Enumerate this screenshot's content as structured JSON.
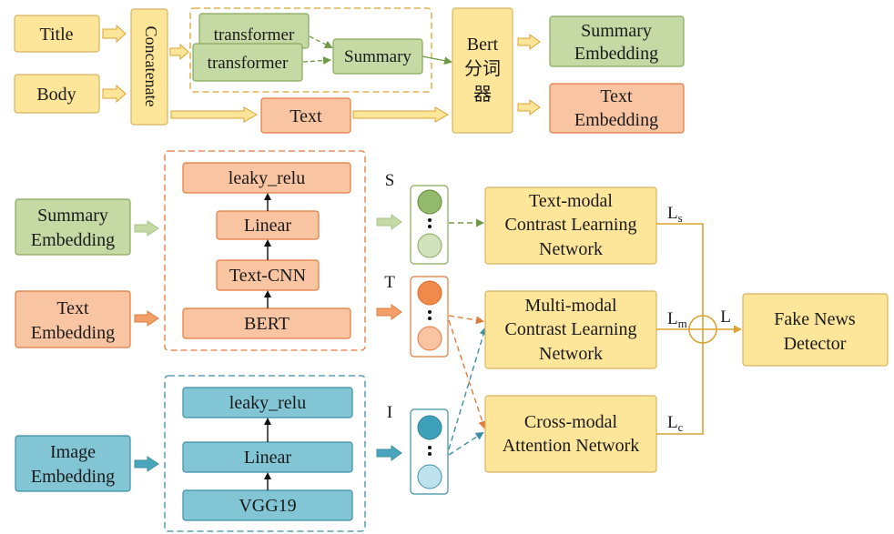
{
  "colors": {
    "yellow_fill": "#FDE59A",
    "yellow_stroke": "#D9B560",
    "green_fill": "#C5D9A5",
    "green_stroke": "#86A85B",
    "orange_fill": "#F8C4A1",
    "orange_stroke": "#E07B3C",
    "blue_fill": "#82C5D4",
    "blue_stroke": "#3E8FA4",
    "line": "#D9A330"
  },
  "preprocess": {
    "title": "Title",
    "body": "Body",
    "concatenate": "Concatenate",
    "transformer_a": "transformer",
    "transformer_b": "transformer",
    "summary": "Summary",
    "text": "Text",
    "bert_line1": "Bert",
    "bert_line2": "分词",
    "bert_line3": "器",
    "summary_embedding_line1": "Summary",
    "summary_embedding_line2": "Embedding",
    "text_embedding_line1": "Text",
    "text_embedding_line2": "Embedding"
  },
  "encoder": {
    "summary_embedding_line1": "Summary",
    "summary_embedding_line2": "Embedding",
    "text_embedding_line1": "Text",
    "text_embedding_line2": "Embedding",
    "image_embedding_line1": "Image",
    "image_embedding_line2": "Embedding",
    "text_stack": [
      "leaky_relu",
      "Linear",
      "Text-CNN",
      "BERT"
    ],
    "image_stack": [
      "leaky_relu",
      "Linear",
      "VGG19"
    ],
    "label_s": "S",
    "label_t": "T",
    "label_i": "I"
  },
  "networks": {
    "text_modal": [
      "Text-modal",
      "Contrast Learning",
      "Network"
    ],
    "multi_modal": [
      "Multi-modal",
      "Contrast Learning",
      "Network"
    ],
    "cross_modal": [
      "Cross-modal",
      "Attention Network"
    ],
    "loss_s": "L",
    "loss_s_sub": "s",
    "loss_m": "L",
    "loss_m_sub": "m",
    "loss_c": "L",
    "loss_c_sub": "c",
    "loss_total": "L",
    "detector": [
      "Fake News",
      "Detector"
    ]
  }
}
